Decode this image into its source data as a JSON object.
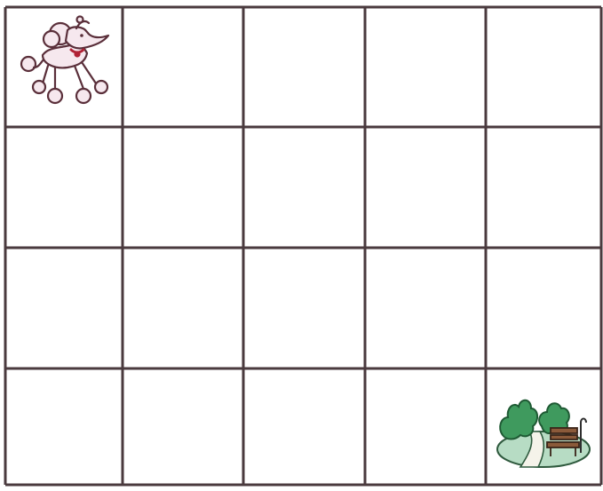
{
  "board": {
    "rows": 4,
    "cols": 5,
    "line_color": "#4a3a3e",
    "background": "#ffffff"
  },
  "pieces": [
    {
      "id": "poodle",
      "icon": "poodle-icon",
      "row": 0,
      "col": 0,
      "color": "#f3e3ea"
    },
    {
      "id": "park",
      "icon": "park-bench-icon",
      "row": 3,
      "col": 4,
      "color": "#3c8f5a"
    }
  ]
}
